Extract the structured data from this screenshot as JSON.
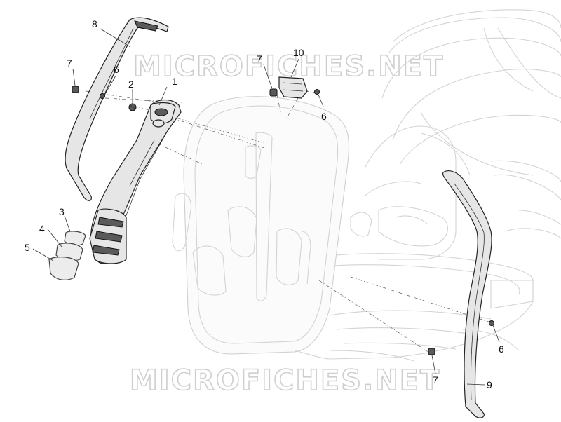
{
  "watermark": {
    "top": "MICROFICHES.NET",
    "bottom": "MICROFICHES.NET"
  },
  "callouts": [
    {
      "id": "c1",
      "text": "1"
    },
    {
      "id": "c2",
      "text": "2"
    },
    {
      "id": "c3",
      "text": "3"
    },
    {
      "id": "c4",
      "text": "4"
    },
    {
      "id": "c5",
      "text": "5"
    },
    {
      "id": "c6a",
      "text": "6"
    },
    {
      "id": "c6b",
      "text": "6"
    },
    {
      "id": "c6c",
      "text": "6"
    },
    {
      "id": "c7a",
      "text": "7"
    },
    {
      "id": "c7b",
      "text": "7"
    },
    {
      "id": "c7c",
      "text": "7"
    },
    {
      "id": "c8",
      "text": "8"
    },
    {
      "id": "c9",
      "text": "9"
    },
    {
      "id": "c10",
      "text": "10"
    }
  ],
  "colors": {
    "ink": "#111111",
    "ghost": "#d3d3d3",
    "watermark": "#cfcfcf"
  }
}
